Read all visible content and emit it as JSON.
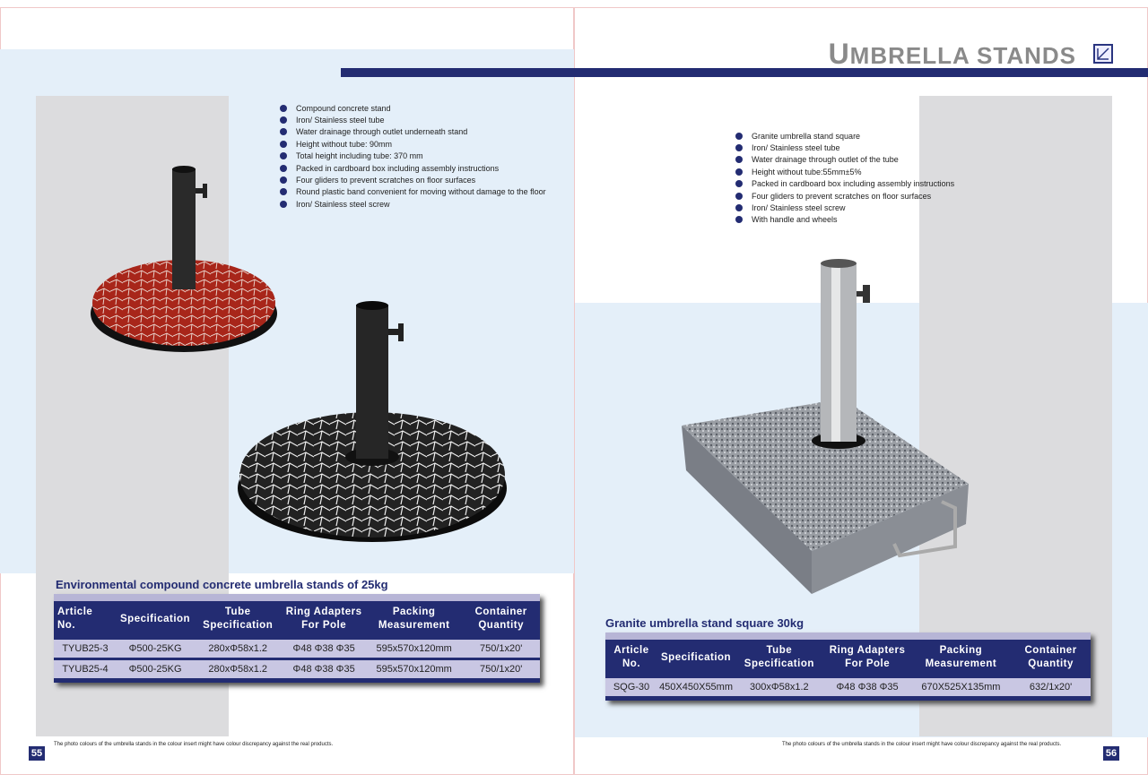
{
  "header": {
    "title_first": "U",
    "title_rest": "MBRELLA STANDS"
  },
  "left": {
    "features": [
      "Compound concrete stand",
      "Iron/  Stainless steel tube",
      "Water drainage through outlet underneath stand",
      "Height without tube: 90mm",
      "Total height including tube: 370 mm",
      "Packed in cardboard box including assembly instructions",
      "Four gliders to prevent scratches on floor surfaces",
      "Round plastic band convenient for moving without damage to the floor",
      "Iron/ Stainless steel screw"
    ],
    "product_title": "Environmental compound concrete umbrella stands of 25kg",
    "table": {
      "headers": [
        "Article No.",
        "Specification",
        "Tube Specification",
        "Ring Adapters For Pole",
        "Packing Measurement",
        "Container Quantity"
      ],
      "rows": [
        [
          "TYUB25-3",
          "Φ500-25KG",
          "280xΦ58x1.2",
          "Φ48  Φ38  Φ35",
          "595x570x120mm",
          "750/1x20'"
        ],
        [
          "TYUB25-4",
          "Φ500-25KG",
          "280xΦ58x1.2",
          "Φ48  Φ38  Φ35",
          "595x570x120mm",
          "750/1x20'"
        ]
      ]
    },
    "note": "The photo colours of the umbrella stands in the colour insert might have colour discrepancy against the real products.",
    "page": "55"
  },
  "right": {
    "features": [
      "Granite umbrella stand square",
      "Iron/  Stainless steel tube",
      "Water drainage through outlet of the tube",
      "Height without tube:55mm±5%",
      "Packed in cardboard box including assembly instructions",
      "Four gliders to prevent scratches on floor surfaces",
      "Iron/ Stainless steel screw",
      "With handle and wheels"
    ],
    "product_title": "Granite umbrella stand square 30kg",
    "table": {
      "headers": [
        "Article No.",
        "Specification",
        "Tube Specification",
        "Ring Adapters For Pole",
        "Packing Measurement",
        "Container Quantity"
      ],
      "rows": [
        [
          "SQG-30",
          "450X450X55mm",
          "300xΦ58x1.2",
          "Φ48  Φ38  Φ35",
          "670X525X135mm",
          "632/1x20'"
        ]
      ]
    },
    "note": "The photo colours of the umbrella stands in the colour insert might have colour discrepancy against the real products.",
    "page": "56"
  }
}
